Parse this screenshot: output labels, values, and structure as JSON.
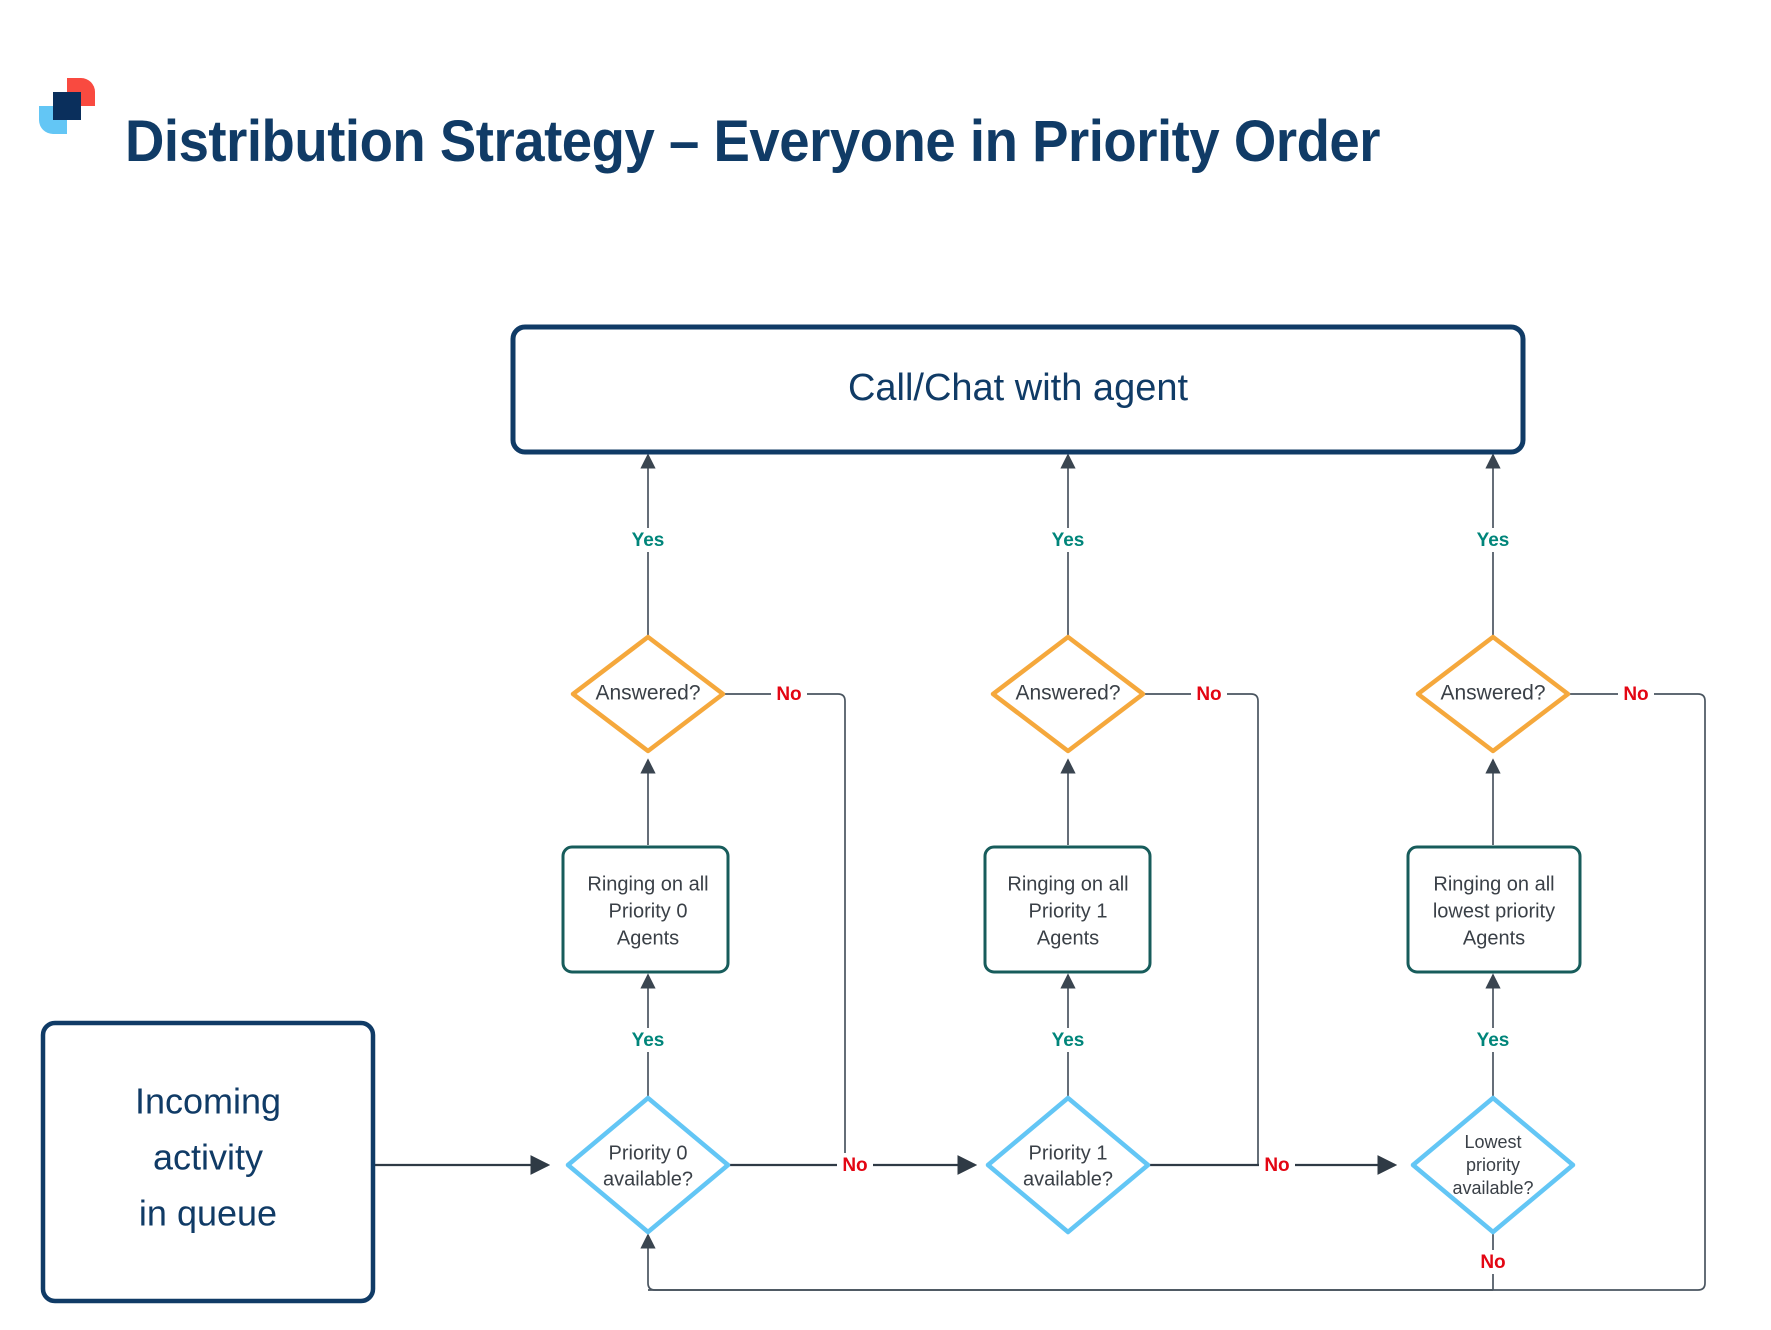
{
  "header": {
    "title": "Distribution Strategy – Everyone in Priority Order",
    "logo_name": "brand-logo",
    "logo_colors": {
      "red": "#f94a40",
      "blue": "#63c6f5",
      "navy": "#0a2f5c"
    }
  },
  "colors": {
    "navy": "#103b66",
    "teal_border": "#175c5b",
    "orange_border": "#f5a83c",
    "light_blue_border": "#63c6f5",
    "yes_label": "#00857a",
    "no_label": "#e30613",
    "connector": "#2f3a45",
    "node_text": "#3a4047"
  },
  "nodes": {
    "call_chat": {
      "label": "Call/Chat with agent",
      "shape": "rounded-rect",
      "style": "navy"
    },
    "incoming": {
      "label_lines": [
        "Incoming",
        "activity",
        "in queue"
      ],
      "shape": "rounded-rect",
      "style": "navy"
    },
    "answered_0": {
      "label": "Answered?",
      "shape": "diamond",
      "style": "orange"
    },
    "answered_1": {
      "label": "Answered?",
      "shape": "diamond",
      "style": "orange"
    },
    "answered_2": {
      "label": "Answered?",
      "shape": "diamond",
      "style": "orange"
    },
    "ringing_0": {
      "label_lines": [
        "Ringing on all",
        "Priority 0",
        "Agents"
      ],
      "shape": "rounded-rect",
      "style": "teal"
    },
    "ringing_1": {
      "label_lines": [
        "Ringing on all",
        "Priority 1",
        "Agents"
      ],
      "shape": "rounded-rect",
      "style": "teal"
    },
    "ringing_2": {
      "label_lines": [
        "Ringing on all",
        "lowest priority",
        "Agents"
      ],
      "shape": "rounded-rect",
      "style": "teal"
    },
    "avail_0": {
      "label_lines": [
        "Priority 0",
        "available?"
      ],
      "shape": "diamond",
      "style": "light-blue"
    },
    "avail_1": {
      "label_lines": [
        "Priority 1",
        "available?"
      ],
      "shape": "diamond",
      "style": "light-blue"
    },
    "avail_2": {
      "label_lines": [
        "Lowest",
        "priority",
        "available?"
      ],
      "shape": "diamond",
      "style": "light-blue"
    }
  },
  "edge_labels": {
    "yes_answered_0": "Yes",
    "yes_answered_1": "Yes",
    "yes_answered_2": "Yes",
    "no_answered_0": "No",
    "no_answered_1": "No",
    "no_answered_2": "No",
    "yes_avail_0": "Yes",
    "yes_avail_1": "Yes",
    "yes_avail_2": "Yes",
    "no_avail_0": "No",
    "no_avail_1": "No",
    "no_avail_2": "No"
  }
}
